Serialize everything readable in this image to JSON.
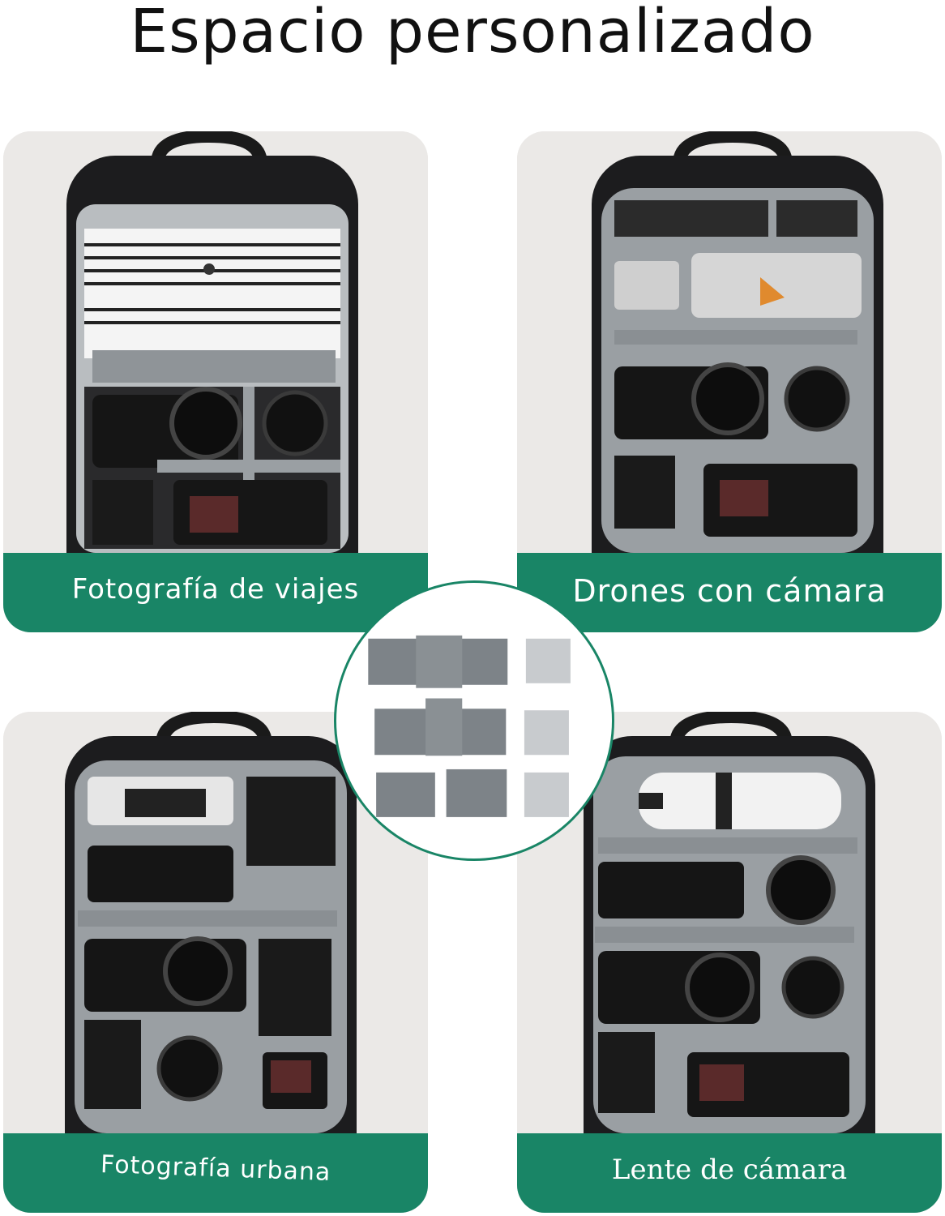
{
  "page": {
    "title": "Espacio personalizado"
  },
  "colors": {
    "accent": "#198566",
    "card_bg": "#ebe9e7",
    "bag_black": "#1c1c1e",
    "padding_gray": "#9a9fa3"
  },
  "cards": [
    {
      "label": "Fotografía de viajes"
    },
    {
      "label": "Drones con cámara"
    },
    {
      "label": "Fotografía urbana"
    },
    {
      "label": "Lente de cámara"
    }
  ]
}
